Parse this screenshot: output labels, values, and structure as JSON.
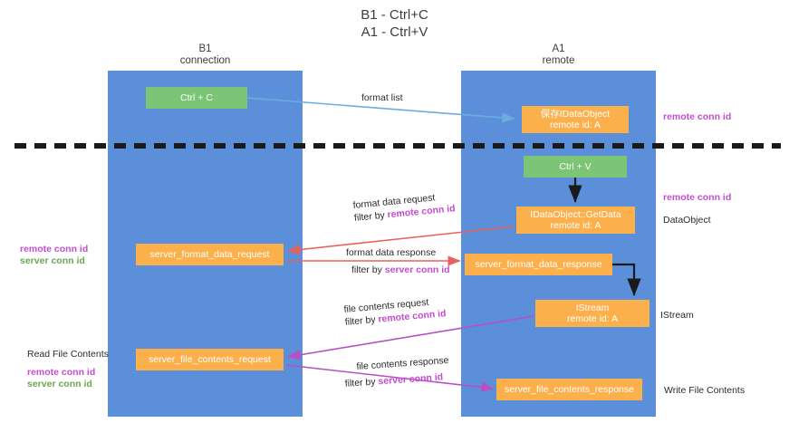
{
  "title": {
    "line1": "B1 - Ctrl+C",
    "line2": "A1 - Ctrl+V"
  },
  "lanes": [
    {
      "name": "B1",
      "role": "connection",
      "color": "#5b8fd9"
    },
    {
      "name": "A1",
      "role": "remote",
      "color": "#5b8fd9"
    }
  ],
  "boxes": {
    "ctrl_c": {
      "line1": "Ctrl + C",
      "color": "#7cc576"
    },
    "idataobject": {
      "line1": "保存IDataObject",
      "line2": "remote id: A",
      "color": "#fbb04c"
    },
    "ctrl_v": {
      "line1": "Ctrl + V",
      "color": "#7cc576"
    },
    "getdata": {
      "line1": "IDataObject::GetData",
      "line2": "remote id: A",
      "color": "#fbb04c"
    },
    "server_format_data_request": {
      "line1": "server_format_data_request",
      "color": "#fbb04c"
    },
    "server_format_data_response": {
      "line1": "server_format_data_response",
      "color": "#fbb04c"
    },
    "istream": {
      "line1": "IStream",
      "line2": "remote id: A",
      "color": "#fbb04c"
    },
    "server_file_contents_request": {
      "line1": "server_file_contents_request",
      "color": "#fbb04c"
    },
    "server_file_contents_response": {
      "line1": "server_file_contents_response",
      "color": "#fbb04c"
    }
  },
  "arrow_labels": {
    "format_list": "format list",
    "format_data_request": "format data request",
    "format_data_request_filter_prefix": "filter by ",
    "format_data_request_filter_key": "remote conn id",
    "format_data_response": "format data response",
    "format_data_response_filter_prefix": "filter by ",
    "format_data_response_filter_key": "server conn id",
    "file_contents_request": "file contents request",
    "file_contents_request_filter_prefix": "filter by ",
    "file_contents_request_filter_key": "remote conn id",
    "file_contents_response": "file contents response",
    "file_contents_response_filter_prefix": "filter by ",
    "file_contents_response_filter_key": "server conn id"
  },
  "annotations": {
    "right_remote_conn_id_top": "remote conn id",
    "right_remote_conn_id_mid": "remote conn id",
    "right_dataobject": "DataObject",
    "right_istream": "IStream",
    "right_write_file_contents": "Write File Contents",
    "left_remote_conn_id": "remote conn id",
    "left_server_conn_id": "server conn id",
    "left_read_file_contents": "Read File Contents",
    "left_remote_conn_id_2": "remote conn id",
    "left_server_conn_id_2": "server conn id"
  },
  "colors": {
    "lane": "#5b8fd9",
    "box_orange": "#fbb04c",
    "box_green": "#7cc576",
    "arrow_blue": "#6aaee0",
    "arrow_red": "#e8615a",
    "arrow_magenta": "#b84fc4",
    "arrow_black": "#1a1a1a",
    "highlight_remote": "#c44ccf",
    "highlight_server_text": "#6aa84f"
  }
}
